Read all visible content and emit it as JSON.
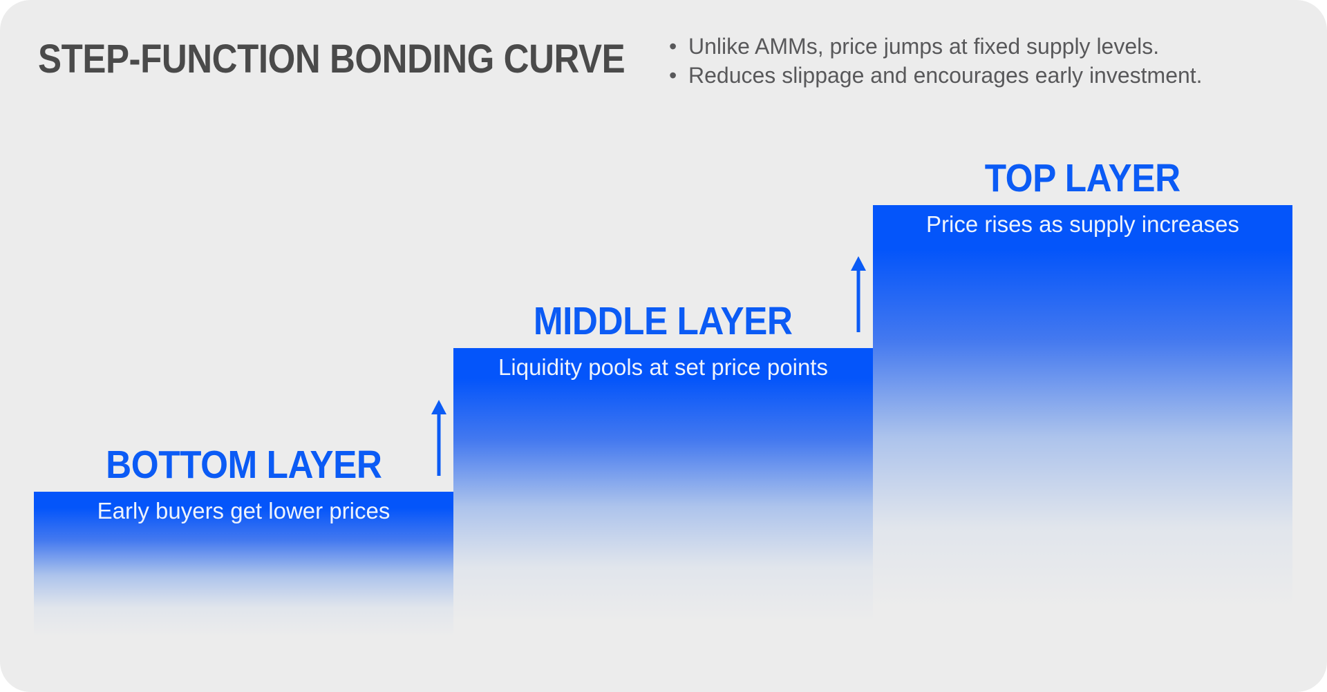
{
  "header": {
    "title": "STEP-FUNCTION BONDING CURVE",
    "bullets": [
      "Unlike AMMs, price jumps at fixed supply levels.",
      "Reduces slippage and encourages early investment."
    ]
  },
  "diagram": {
    "type": "step-function-staircase",
    "layers": [
      {
        "name": "bottom",
        "label": "BOTTOM LAYER",
        "caption": "Early buyers get lower prices"
      },
      {
        "name": "middle",
        "label": "MIDDLE LAYER",
        "caption": "Liquidity pools at set price points"
      },
      {
        "name": "top",
        "label": "TOP LAYER",
        "caption": "Price rises as supply increases"
      }
    ],
    "arrows": [
      {
        "name": "bottom-to-middle",
        "direction": "up"
      },
      {
        "name": "middle-to-top",
        "direction": "up"
      }
    ],
    "colors": {
      "page_background": "#ffffff",
      "card_background": "#ececec",
      "step_blue": "#0455fa",
      "label_blue": "#0b5bf5",
      "title_gray": "#4a4a4a",
      "bullet_gray": "#58585a",
      "caption_white": "#eef3fc"
    }
  }
}
